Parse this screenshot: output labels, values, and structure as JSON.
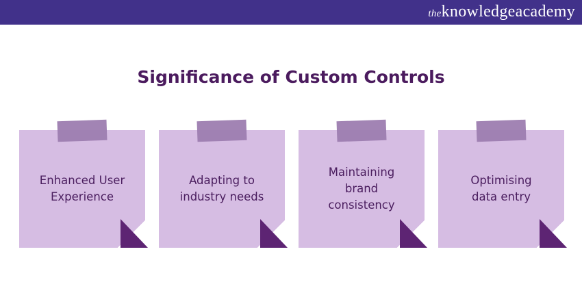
{
  "brand": {
    "the": "the",
    "name": "knowledgeacademy"
  },
  "title": "Significance of Custom Controls",
  "notes": [
    {
      "label": "Enhanced User Experience"
    },
    {
      "label": "Adapting to industry needs"
    },
    {
      "label": "Maintaining brand consistency"
    },
    {
      "label": "Optimising data entry"
    }
  ],
  "colors": {
    "header": "#41318a",
    "note": "#d6bde3",
    "fold": "#5d2473",
    "title": "#4b1b5e"
  }
}
